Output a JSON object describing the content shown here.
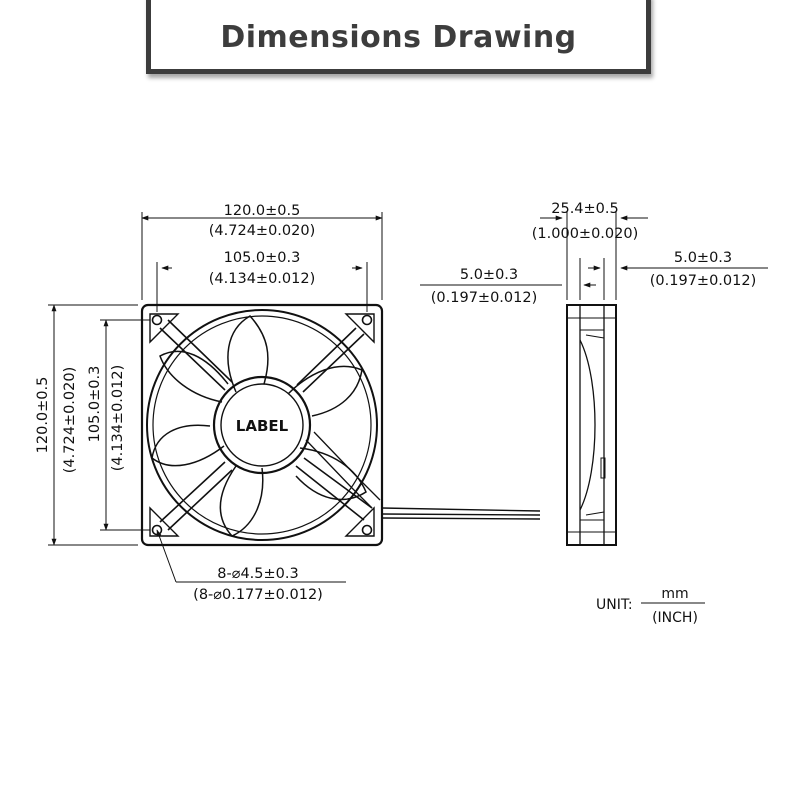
{
  "title": "Dimensions Drawing",
  "front_view": {
    "width_mm": "120.0±0.5",
    "width_inch": "(4.724±0.020)",
    "hole_span_mm": "105.0±0.3",
    "hole_span_inch": "(4.134±0.012)",
    "height_mm": "120.0±0.5",
    "height_inch": "(4.724±0.020)",
    "v_hole_span_mm": "105.0±0.3",
    "v_hole_span_inch": "(4.134±0.012)",
    "hub_label": "LABEL",
    "holes_mm": "8-⌀4.5±0.3",
    "holes_inch": "(8-⌀0.177±0.012)"
  },
  "side_view": {
    "depth_mm": "25.4±0.5",
    "depth_inch": "(1.000±0.020)",
    "left_flange_mm": "5.0±0.3",
    "left_flange_inch": "(0.197±0.012)",
    "right_flange_mm": "5.0±0.3",
    "right_flange_inch": "(0.197±0.012)"
  },
  "unit": {
    "label": "UNIT:",
    "numerator": "mm",
    "denominator": "(INCH)"
  },
  "colors": {
    "line": "#111111",
    "title_text": "#3d3d3d",
    "title_border": "#3c3c3c"
  }
}
